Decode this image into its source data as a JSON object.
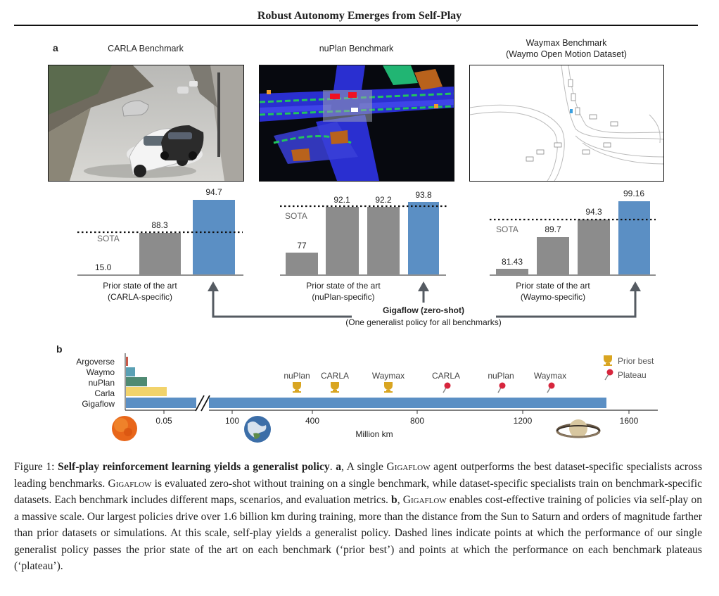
{
  "figure_title": "Robust Autonomy Emerges from Self-Play",
  "panel_a": {
    "letter": "a",
    "benchmarks": [
      {
        "title_line1": "CARLA Benchmark",
        "title_line2": ""
      },
      {
        "title_line1": "nuPlan Benchmark",
        "title_line2": ""
      },
      {
        "title_line1": "Waymax Benchmark",
        "title_line2": "(Waymo Open Motion Dataset)"
      }
    ],
    "sota_label": "SOTA",
    "group_labels": [
      {
        "line1": "Prior state of the art",
        "line2": "(CARLA-specific)"
      },
      {
        "line1": "Prior state of the art",
        "line2": "(nuPlan-specific)"
      },
      {
        "line1": "Prior state of the art",
        "line2": "(Waymo-specific)"
      }
    ],
    "gigaflow_label": "Gigaflow (zero-shot)",
    "gigaflow_sub": "(One generalist policy for all benchmarks)"
  },
  "chart_data": [
    {
      "type": "bar",
      "benchmark": "CARLA Benchmark",
      "categories": [
        "prior-1",
        "prior-2",
        "gigaflow"
      ],
      "values": [
        15.0,
        88.3,
        94.7
      ],
      "value_labels": [
        "15.0",
        "88.3",
        "94.7"
      ],
      "sota": 88.3,
      "colors": [
        "#8c8c8c",
        "#8c8c8c",
        "#5b8fc4"
      ]
    },
    {
      "type": "bar",
      "benchmark": "nuPlan Benchmark",
      "categories": [
        "prior-1",
        "prior-2",
        "prior-3",
        "gigaflow"
      ],
      "values": [
        77,
        92.1,
        92.2,
        93.8
      ],
      "value_labels": [
        "77",
        "92.1",
        "92.2",
        "93.8"
      ],
      "sota": 92.2,
      "colors": [
        "#8c8c8c",
        "#8c8c8c",
        "#8c8c8c",
        "#5b8fc4"
      ]
    },
    {
      "type": "bar",
      "benchmark": "Waymax Benchmark",
      "categories": [
        "prior-1",
        "prior-2",
        "prior-3",
        "gigaflow"
      ],
      "values": [
        81.43,
        89.7,
        94.3,
        99.16
      ],
      "value_labels": [
        "81.43",
        "89.7",
        "94.3",
        "99.16"
      ],
      "sota": 94.3,
      "colors": [
        "#8c8c8c",
        "#8c8c8c",
        "#8c8c8c",
        "#5b8fc4"
      ]
    },
    {
      "type": "bar",
      "orientation": "horizontal",
      "categories": [
        "Argoverse",
        "Waymo",
        "nuPlan",
        "Carla",
        "Gigaflow"
      ],
      "values": [
        0.004,
        0.01,
        0.03,
        0.06,
        1600
      ],
      "colors": [
        "#c85a4a",
        "#5aa0b4",
        "#4f8a72",
        "#f2d36b",
        "#5b8fc4"
      ],
      "xlabel": "Million km",
      "x_ticks": [
        "0.05",
        "100",
        "400",
        "800",
        "1200",
        "1600"
      ],
      "axis_break": true,
      "legend": [
        {
          "label": "Prior best",
          "icon": "trophy-icon"
        },
        {
          "label": "Plateau",
          "icon": "pushpin-icon"
        }
      ],
      "markers": [
        {
          "label": "nuPlan",
          "kind": "prior-best",
          "x": 350
        },
        {
          "label": "CARLA",
          "kind": "prior-best",
          "x": 480
        },
        {
          "label": "Waymax",
          "kind": "prior-best",
          "x": 630
        },
        {
          "label": "CARLA",
          "kind": "plateau",
          "x": 900
        },
        {
          "label": "nuPlan",
          "kind": "plateau",
          "x": 1140
        },
        {
          "label": "Waymax",
          "kind": "plateau",
          "x": 1340
        }
      ],
      "scale_icons": [
        "sun-icon",
        "earth-icon",
        "saturn-icon"
      ]
    }
  ],
  "panel_b": {
    "letter": "b"
  },
  "caption": {
    "fig_label": "Figure 1:",
    "bold_title": "Self-play reinforcement learning yields a generalist policy",
    "p1": ". ",
    "a_letter": "a",
    "p2": ", A single ",
    "gigaflow1": "Gigaflow",
    "p3": " agent outperforms the best dataset-specific specialists across leading benchmarks. ",
    "gigaflow2": "Gigaflow",
    "p4": " is evaluated zero-shot without training on a single benchmark, while dataset-specific specialists train on benchmark-specific datasets. Each benchmark includes different maps, scenarios, and evaluation metrics. ",
    "b_letter": "b",
    "p5": ", ",
    "gigaflow3": "Gigaflow",
    "p6": " enables cost-effective training of policies via self-play on a massive scale. Our largest policies drive over 1.6 billion km during training, more than the distance from the Sun to Saturn and orders of magnitude farther than prior datasets or simulations. At this scale, self-play yields a generalist policy. Dashed lines indicate points at which the performance of our single generalist policy passes the prior state of the art on each benchmark (‘prior best’) and points at which the performance on each benchmark plateaus (‘plateau’)."
  }
}
